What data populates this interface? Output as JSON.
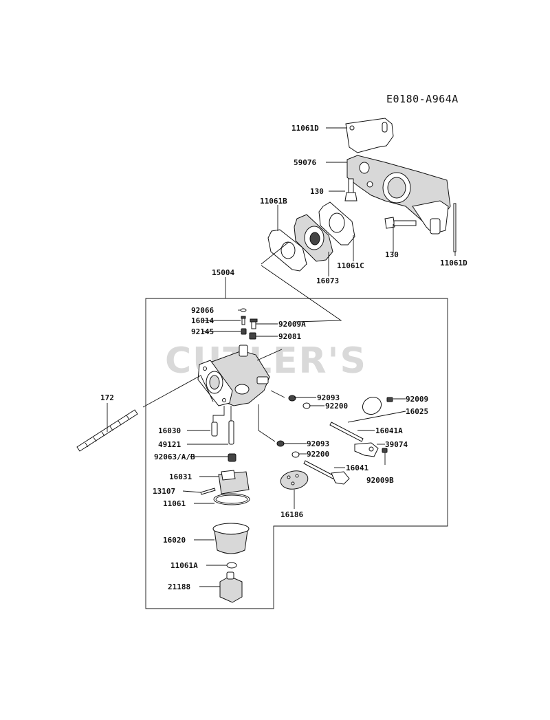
{
  "diagram_code": "E0180-A964A",
  "watermark": "CUTLER'S",
  "labels": {
    "p11061D_top": "11061D",
    "p59076": "59076",
    "p130_left": "130",
    "p11061B": "11061B",
    "p130_right": "130",
    "p11061C": "11061C",
    "p16073": "16073",
    "p11061D_right": "11061D",
    "p15004": "15004",
    "p92066": "92066",
    "p16014": "16014",
    "p92009A": "92009A",
    "p92145": "92145",
    "p92081": "92081",
    "p172": "172",
    "p92093_a": "92093",
    "p92009": "92009",
    "p92200_a": "92200",
    "p16025": "16025",
    "p16030": "16030",
    "p16041A": "16041A",
    "p49121": "49121",
    "p92093_b": "92093",
    "p39074": "39074",
    "p92063": "92063/A/B",
    "p92200_b": "92200",
    "p16041": "16041",
    "p16031": "16031",
    "p92009B": "92009B",
    "p13107": "13107",
    "p11061": "11061",
    "p16186": "16186",
    "p16020": "16020",
    "p11061A": "11061A",
    "p21188": "21188"
  }
}
